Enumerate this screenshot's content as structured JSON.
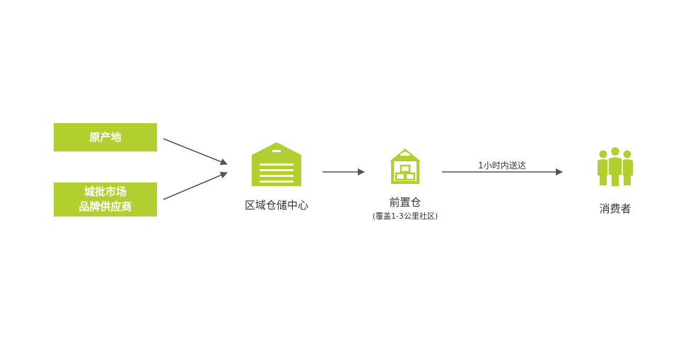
{
  "sources": {
    "origin": "原产地",
    "market_line1": "城批市场",
    "market_line2": "品牌供应商"
  },
  "nodes": {
    "regional_center": "区域仓储中心",
    "front_warehouse": "前置仓",
    "front_warehouse_note": "(覆盖1-3公里社区)",
    "consumer": "消费者"
  },
  "edges": {
    "delivery_label": "1小时内送达"
  },
  "icons": {
    "regional_center": "warehouse-icon",
    "front_warehouse": "storage-house-icon",
    "consumer": "people-group-icon"
  },
  "colors": {
    "accent": "#b1cf2f",
    "arrow": "#555555",
    "text": "#333333"
  }
}
